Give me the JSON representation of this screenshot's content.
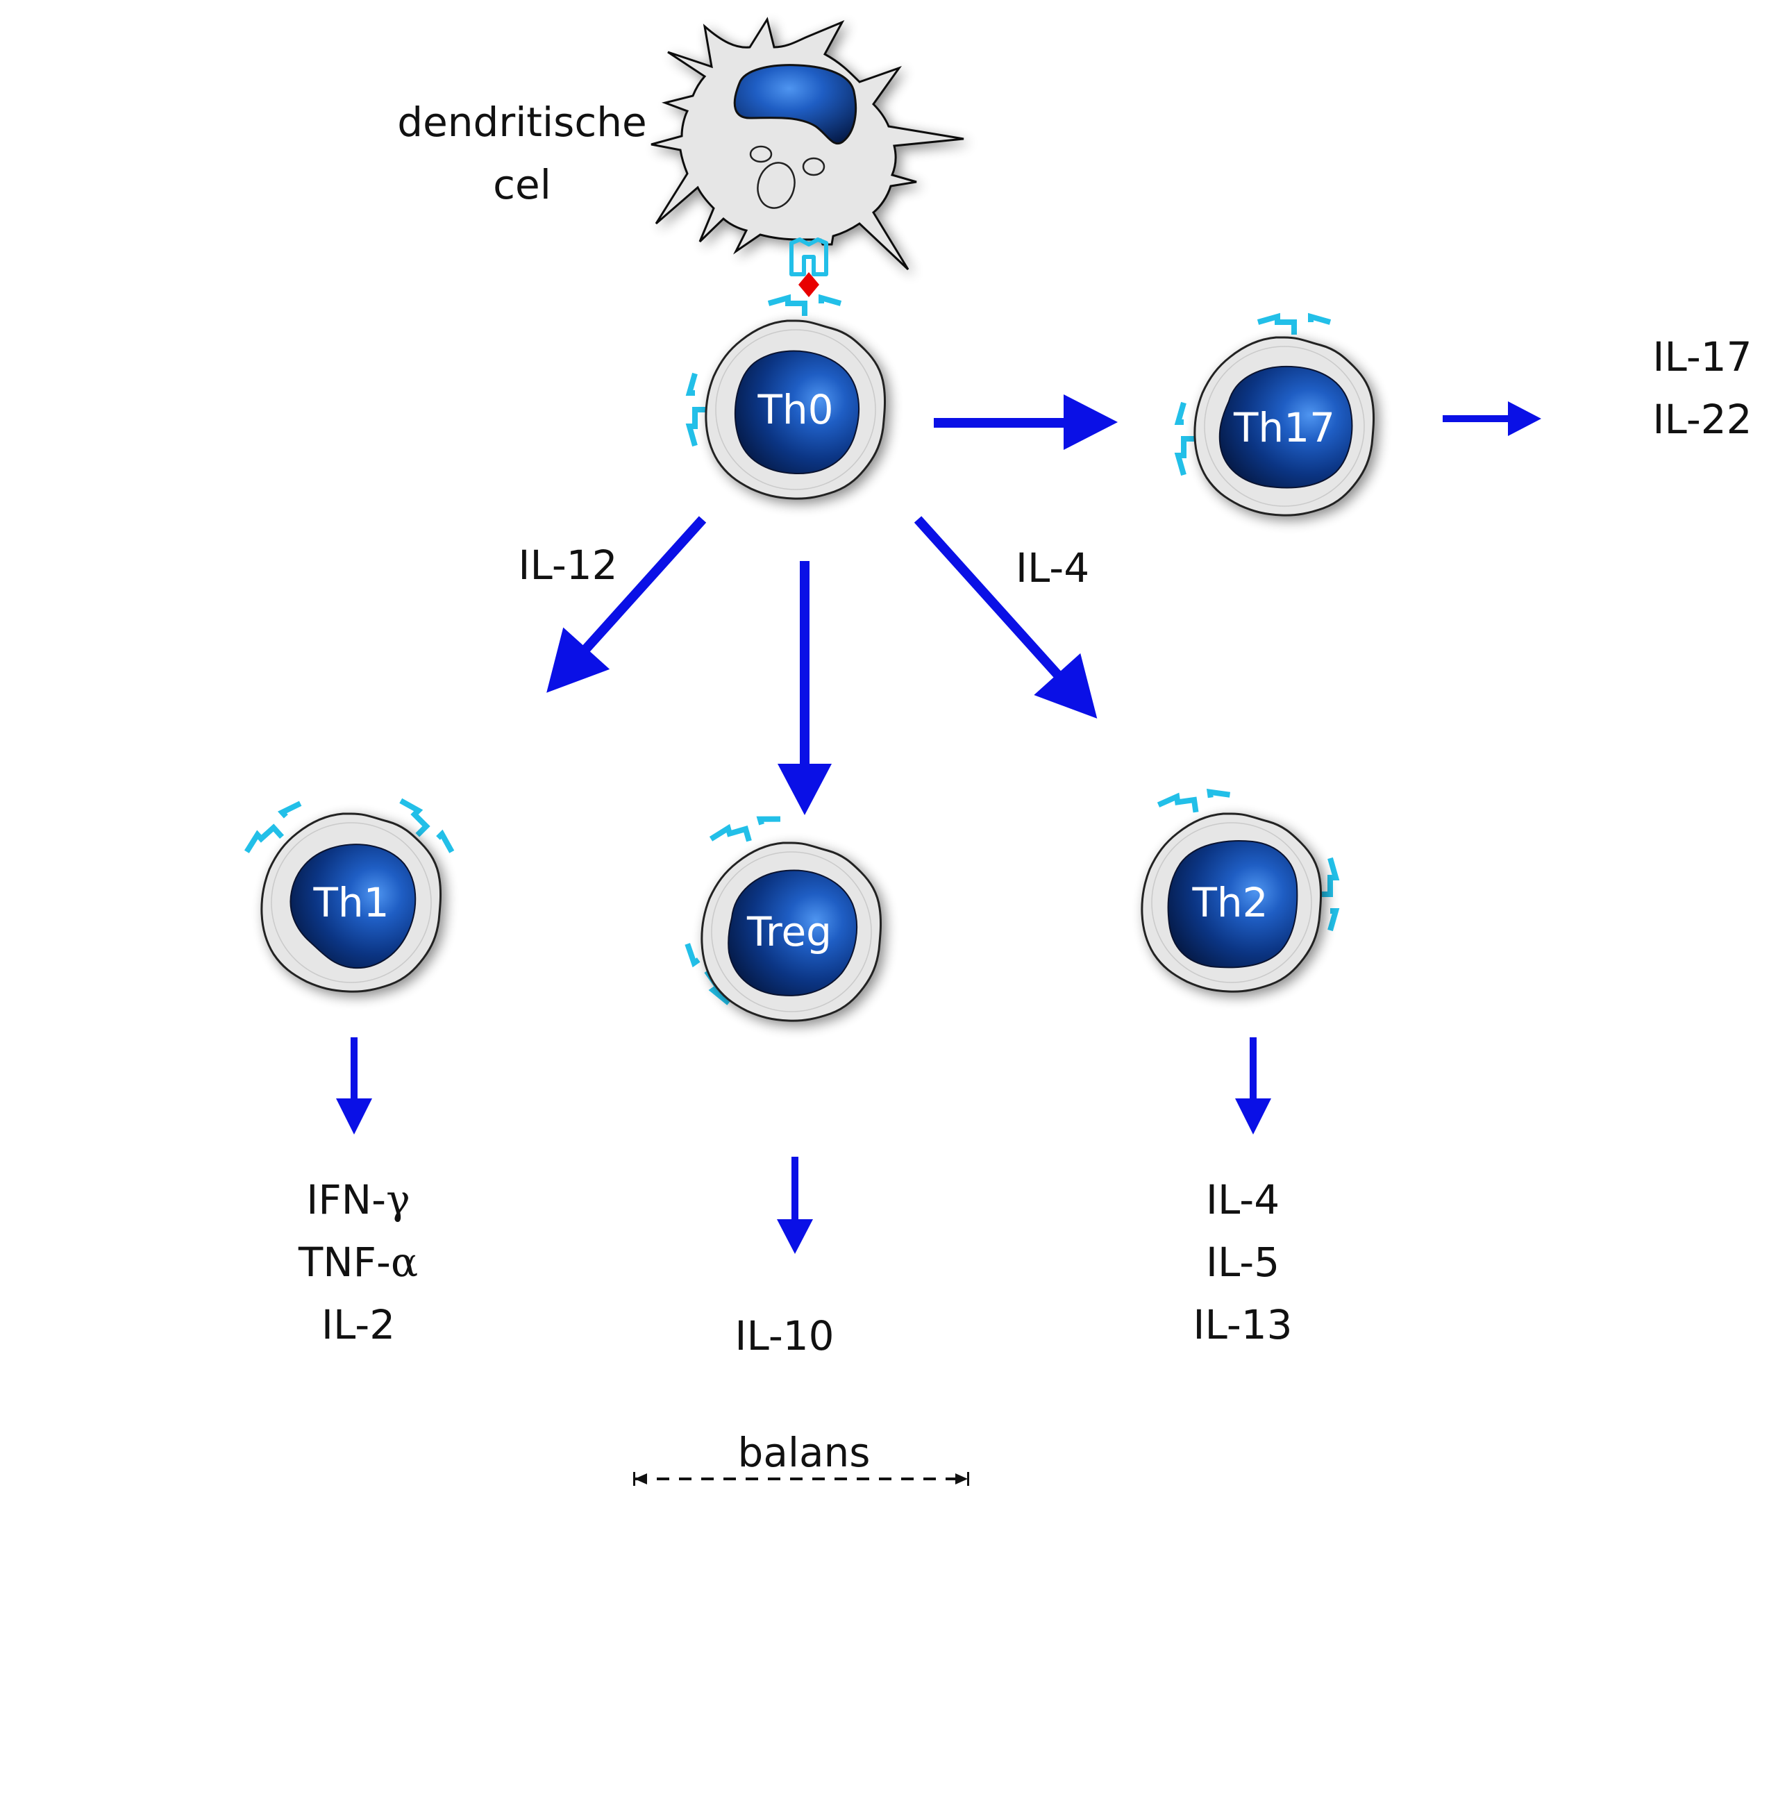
{
  "dendritic_cell": {
    "label_line1": "dendritische",
    "label_line2": "cel"
  },
  "cells": {
    "th0": {
      "label": "Th0"
    },
    "th17": {
      "label": "Th17"
    },
    "th1": {
      "label": "Th1"
    },
    "treg": {
      "label": "Treg"
    },
    "th2": {
      "label": "Th2"
    }
  },
  "signals": {
    "il12": "IL-12",
    "il4": "IL-4"
  },
  "cytokines": {
    "th17": [
      "IL-17",
      "IL-22"
    ],
    "th1": {
      "prefix1": "IFN-",
      "greek1": "γ",
      "prefix2": "TNF-",
      "greek2": "α",
      "line3": "IL-2"
    },
    "treg": [
      "IL-10"
    ],
    "th2": [
      "IL-4",
      "IL-5",
      "IL-13"
    ]
  },
  "balance": {
    "label": "balans"
  },
  "colors": {
    "arrow": "#0a10e6",
    "receptor": "#22bfe8",
    "antigen": "#e80000",
    "nucleus_dark": "#061f52",
    "nucleus_light": "#3d86ea",
    "membrane": "#e6e6e6",
    "outline": "#222222"
  }
}
